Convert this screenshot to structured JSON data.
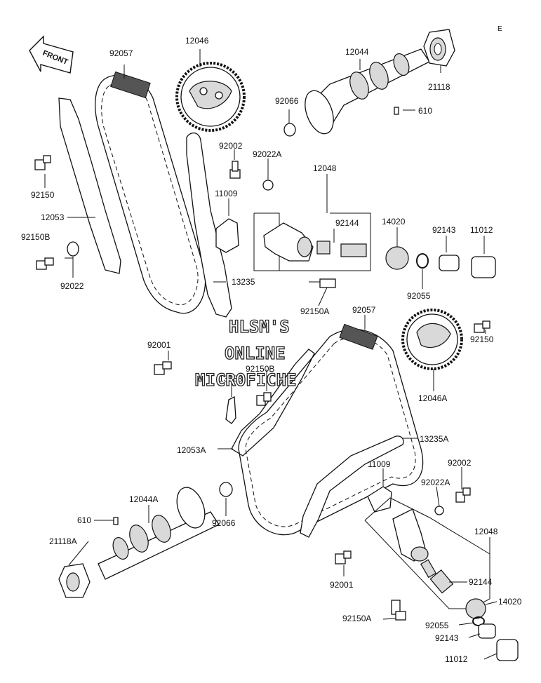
{
  "corner_mark": "E",
  "front_label": "FRONT",
  "watermark": {
    "line1": "HLSM'S",
    "line2": "ONLINE",
    "line3": "MICROFICHE"
  },
  "labels": {
    "l92057_top": "92057",
    "l12046": "12046",
    "l12044": "12044",
    "l21118": "21118",
    "l92066_top": "92066",
    "l610_top": "610",
    "l92002_top": "92002",
    "l92022A_top": "92022A",
    "l92150_left": "92150",
    "l11009_top": "11009",
    "l12048_top": "12048",
    "l12053": "12053",
    "l92144_top": "92144",
    "l14020_top": "14020",
    "l92143_top": "92143",
    "l11012_top": "11012",
    "l92150B_left": "92150B",
    "l92022": "92022",
    "l13235": "13235",
    "l92055_top": "92055",
    "l92150A_top": "92150A",
    "l92057_mid": "92057",
    "l92150_right": "92150",
    "l92001_top": "92001",
    "l92150B_mid": "92150B",
    "l13183": "13183",
    "l12046A": "12046A",
    "l12053A": "12053A",
    "l13235A": "13235A",
    "l11009_bottom": "11009",
    "l92002_bottom": "92002",
    "l12044A": "12044A",
    "l92022A_bottom": "92022A",
    "l610_bottom": "610",
    "l92066_bottom": "92066",
    "l21118A": "21118A",
    "l12048_bottom": "12048",
    "l92144_bottom": "92144",
    "l92001_bottom": "92001",
    "l14020_bottom": "14020",
    "l92150A_bottom": "92150A",
    "l92055_bottom": "92055",
    "l92143_bottom": "92143",
    "l11012_bottom": "11012"
  }
}
